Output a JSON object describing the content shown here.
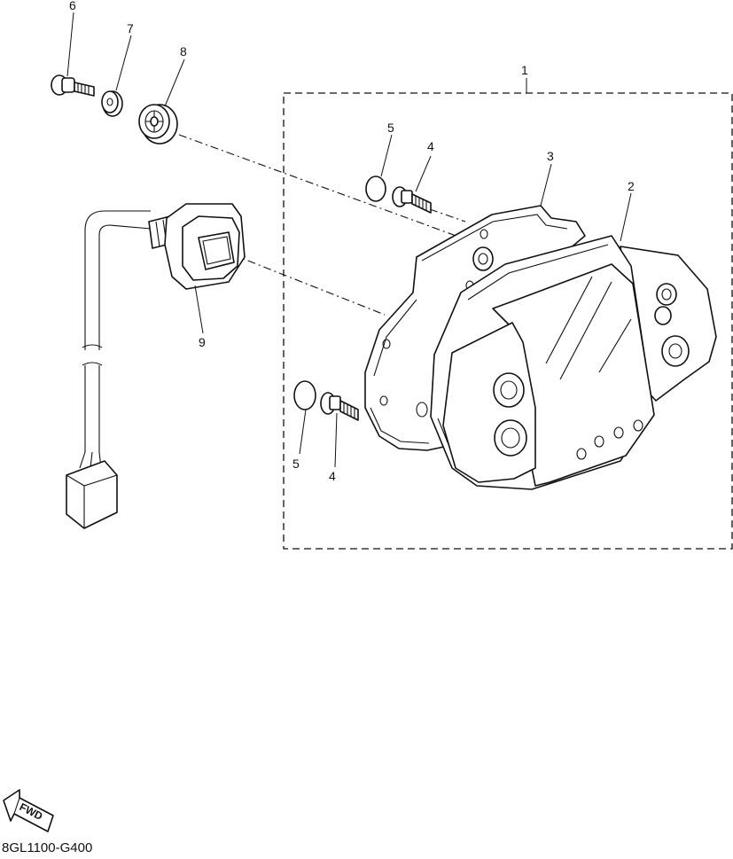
{
  "diagram": {
    "callouts": {
      "c1": "1",
      "c2": "2",
      "c3": "3",
      "c4a": "4",
      "c4b": "4",
      "c5a": "5",
      "c5b": "5",
      "c6": "6",
      "c7": "7",
      "c8": "8",
      "c9": "9"
    },
    "fwd_label": "FWD",
    "part_code": "8GL1100-G400",
    "icons": {
      "direction": "fwd-arrow-icon"
    }
  }
}
